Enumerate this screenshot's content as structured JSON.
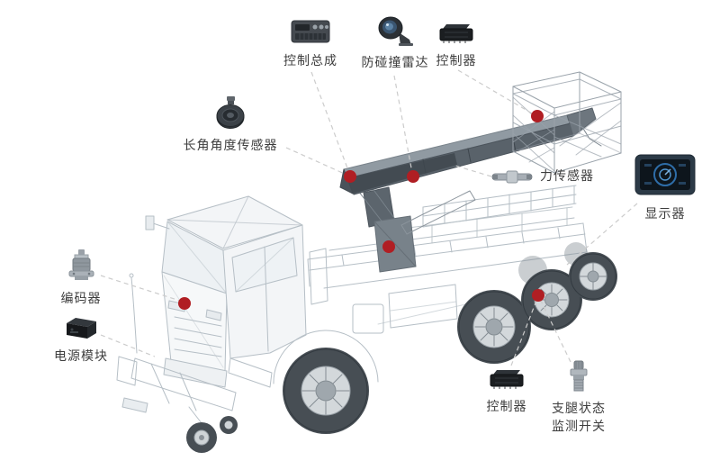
{
  "figure": {
    "type": "labeled-diagram",
    "subject": "truck-mounted aerial work platform wireframe with sensor callouts",
    "background": "#ffffff",
    "colors": {
      "marker": "#b01e23",
      "leader_line": "#cccccc",
      "label_text": "#3d3d3d",
      "wireframe": "#b6bfc6"
    },
    "components": [
      {
        "id": "control-assembly",
        "label": "控制总成",
        "icon": "control-assembly-icon"
      },
      {
        "id": "anti-collision-radar",
        "label": "防碰撞雷达",
        "icon": "anti-collision-radar-icon"
      },
      {
        "id": "controller-top",
        "label": "控制器",
        "icon": "controller-icon"
      },
      {
        "id": "boom-angle-sensor",
        "label": "长角角度传感器",
        "icon": "angle-sensor-icon"
      },
      {
        "id": "force-sensor",
        "label": "力传感器",
        "icon": "force-sensor-icon"
      },
      {
        "id": "display",
        "label": "显示器",
        "icon": "display-icon"
      },
      {
        "id": "encoder",
        "label": "编码器",
        "icon": "encoder-icon"
      },
      {
        "id": "power-module",
        "label": "电源模块",
        "icon": "power-module-icon"
      },
      {
        "id": "controller-bottom",
        "label": "控制器",
        "icon": "controller-icon"
      },
      {
        "id": "outrigger-status-switch",
        "label": "支腿状态\n监测开关",
        "icon": "outrigger-switch-icon"
      }
    ]
  }
}
